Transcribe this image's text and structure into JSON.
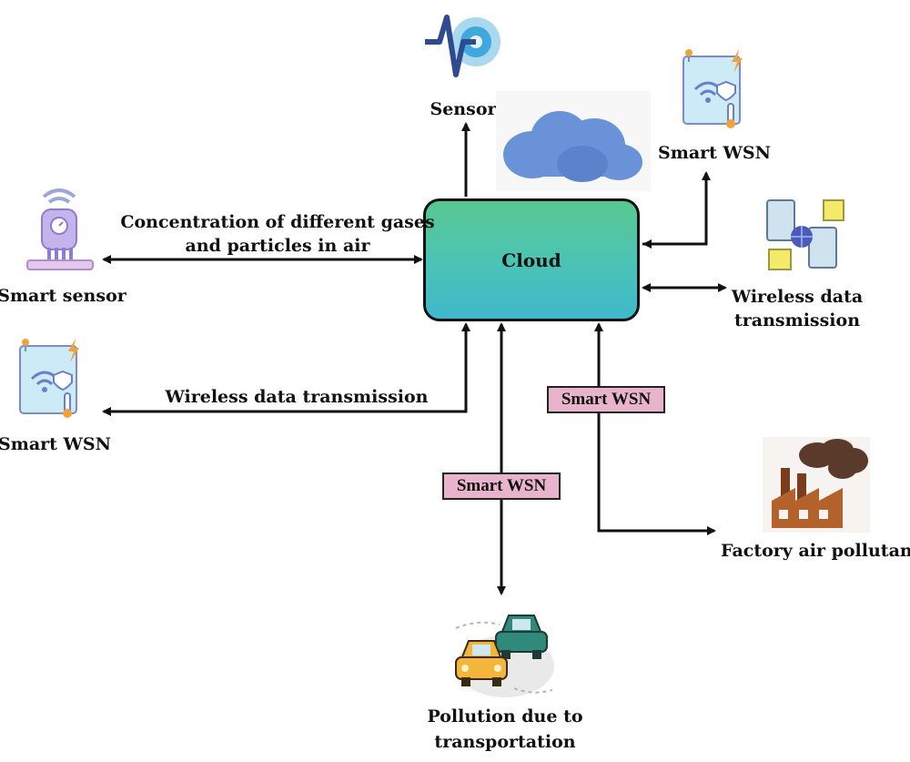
{
  "center": {
    "label": "Cloud"
  },
  "nodes": {
    "sensor": "Sensor",
    "smart_wsn_top": "Smart WSN",
    "wireless_data_right": [
      "Wireless data",
      "transmission"
    ],
    "smart_sensor": "Smart sensor",
    "smart_wsn_left": "Smart WSN",
    "factory": "Factory air pollutants",
    "transport": [
      "Pollution due to",
      "transportation"
    ]
  },
  "edges": {
    "gases": [
      "Concentration of different gases",
      "and particles in air"
    ],
    "wireless_left": "Wireless data transmission",
    "tag_right": "Smart WSN",
    "tag_bottom": "Smart WSN"
  },
  "colors": {
    "cloud_top": "#58c890",
    "cloud_bottom": "#3fb8cc",
    "tag": "#e8b4cc"
  }
}
